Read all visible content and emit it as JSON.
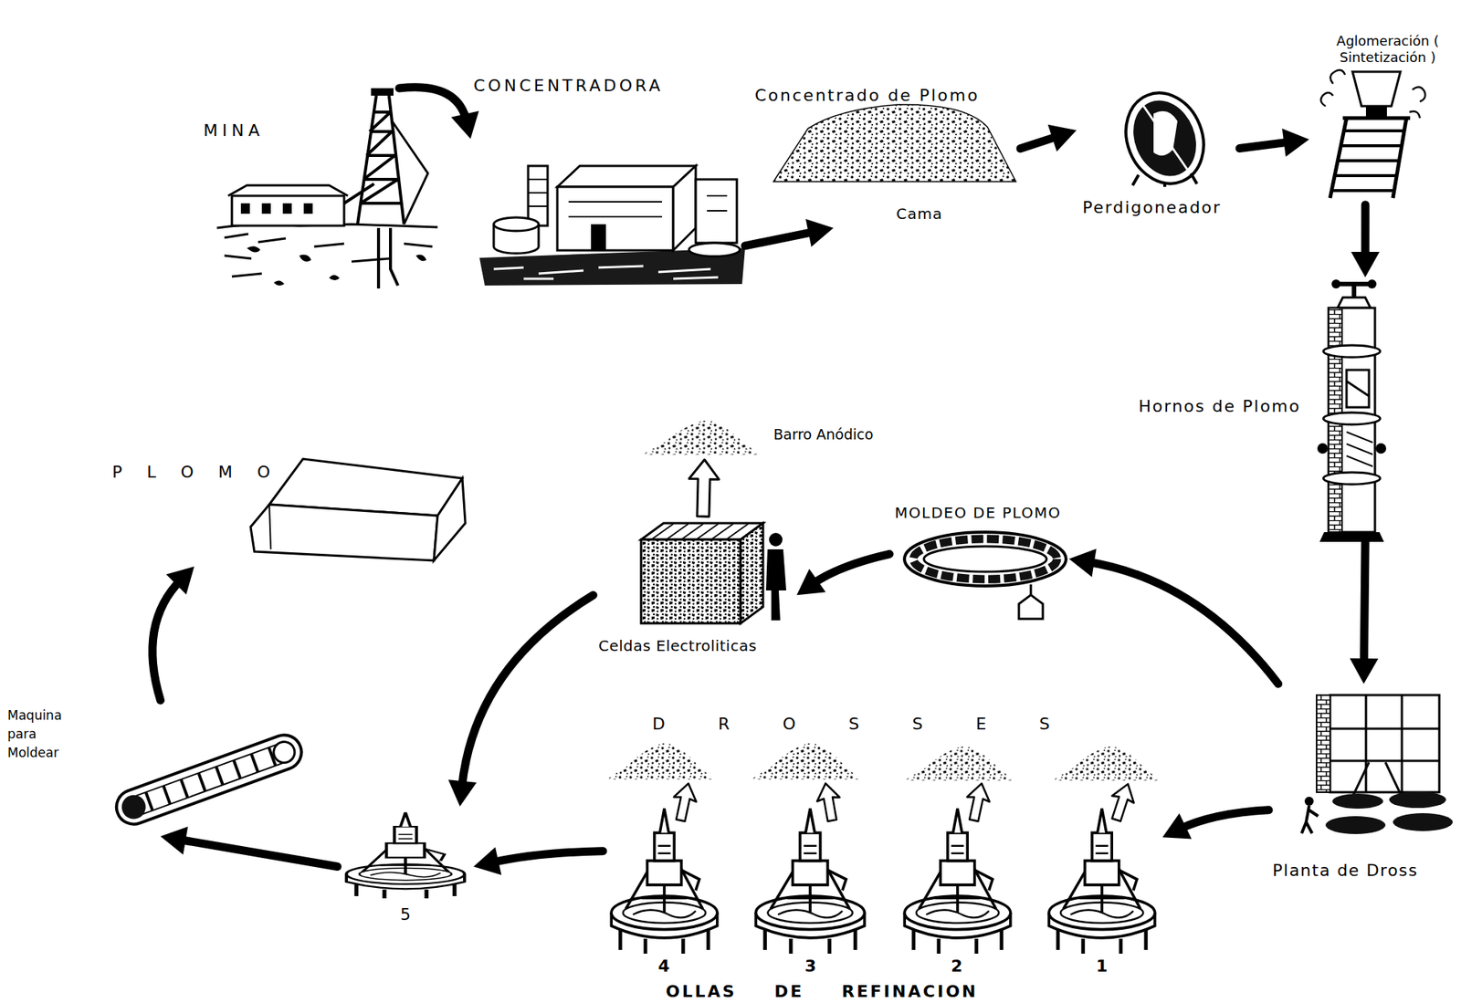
{
  "diagram": {
    "nodes": [
      {
        "text": [
          "MINA"
        ]
      },
      {
        "text": [
          "CONCENTRADORA"
        ]
      },
      {
        "text": [
          "Concentrado de Plomo",
          "Cama"
        ]
      },
      {
        "text": [
          "Perdigoneador"
        ]
      },
      {
        "text": [
          "Aglomeración ( Sintetización )"
        ]
      },
      {
        "text": [
          "Hornos de Plomo"
        ]
      },
      {
        "text": [
          "Planta de Dross"
        ]
      },
      {
        "text": [
          "1"
        ]
      },
      {
        "text": [
          "2"
        ]
      },
      {
        "text": [
          "3"
        ]
      },
      {
        "text": [
          "4"
        ]
      },
      {
        "text": [
          "5"
        ]
      },
      {
        "text": [
          "MOLDEO DE PLOMO"
        ]
      },
      {
        "text": [
          "Celdas Electroliticas"
        ]
      },
      {
        "text": [
          "Barro Anódico"
        ]
      },
      {
        "text": [
          "Maquina para Moldear"
        ]
      },
      {
        "text": [
          "P L O M O"
        ]
      }
    ],
    "edges": [
      {
        "from": 0,
        "to": 1,
        "arrow": "to"
      },
      {
        "from": 1,
        "to": 2,
        "arrow": "to"
      },
      {
        "from": 2,
        "to": 3,
        "arrow": "to"
      },
      {
        "from": 3,
        "to": 4,
        "arrow": "to"
      },
      {
        "from": 4,
        "to": 5,
        "arrow": "to"
      },
      {
        "from": 5,
        "to": 6,
        "arrow": "to"
      },
      {
        "from": 6,
        "to": 7,
        "arrow": "to"
      },
      {
        "from": 10,
        "to": 11,
        "arrow": "to"
      },
      {
        "from": 6,
        "to": 12,
        "arrow": "to"
      },
      {
        "from": 12,
        "to": 13,
        "arrow": "to"
      },
      {
        "from": 13,
        "to": 14,
        "arrow": "to"
      },
      {
        "from": 13,
        "to": 11,
        "arrow": "to"
      },
      {
        "from": 11,
        "to": 15,
        "arrow": "to"
      },
      {
        "from": 15,
        "to": 16,
        "arrow": "to"
      }
    ],
    "labels": [
      "D R O S S E S",
      "OLLAS DE REFINACION"
    ]
  }
}
